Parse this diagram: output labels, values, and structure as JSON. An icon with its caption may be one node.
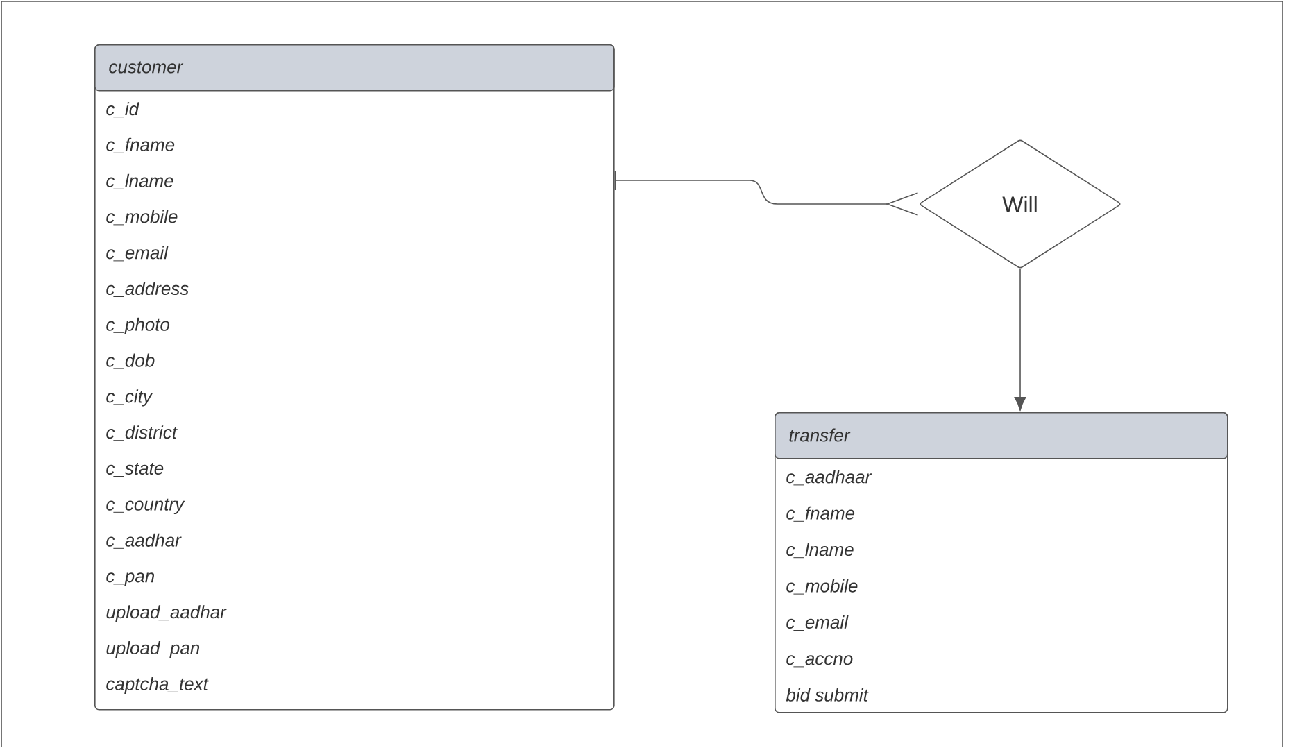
{
  "diagram": {
    "nodes": [
      {
        "text": [
          "customer",
          "c_id",
          "c_fname",
          "c_lname",
          "c_mobile",
          "c_email",
          "c_address",
          "c_photo",
          "c_dob",
          "c_city",
          "c_district",
          "c_state",
          "c_country",
          "c_aadhar",
          "c_pan",
          "upload_aadhar",
          "upload_pan",
          "captcha_text"
        ]
      },
      {
        "text": [
          "Will"
        ]
      },
      {
        "text": [
          "transfer",
          "c_aadhaar",
          "c_fname",
          "c_lname",
          "c_mobile",
          "c_email",
          "c_accno",
          "bid submit"
        ]
      }
    ],
    "edges": [
      {
        "from": 0,
        "to": 1,
        "arrow": "other"
      },
      {
        "from": 1,
        "to": 2,
        "arrow": "to"
      }
    ]
  }
}
